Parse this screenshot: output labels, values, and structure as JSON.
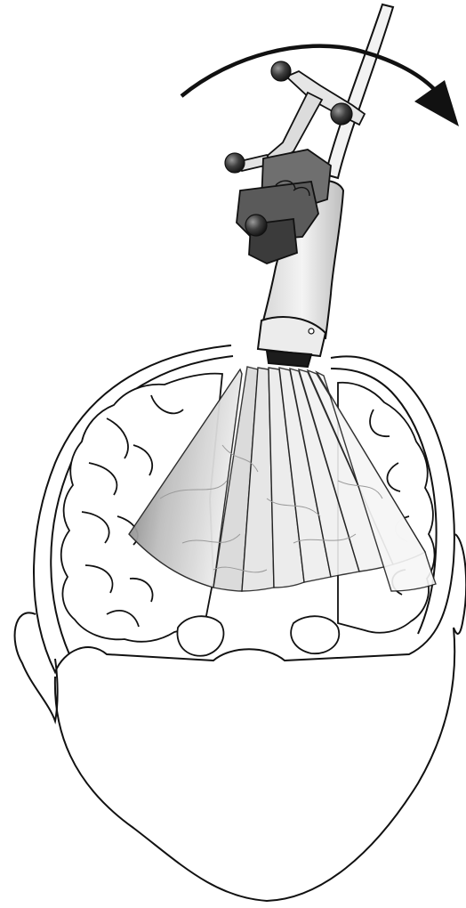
{
  "figure": {
    "kind": "medical-illustration",
    "subject": "tracked-ultrasound-probe-sweep-over-brain",
    "parts": [
      "skull-outline",
      "brain-cross-section",
      "ultrasound-probe",
      "tracking-markers",
      "rotation-arrow",
      "ultrasound-sector-slices"
    ],
    "marker_count": 4,
    "slice_count": 9,
    "colors": {
      "line": "#111111",
      "paper": "#ffffff",
      "probe": "#e6e6e6",
      "marker": "#3a3a3a",
      "sector_dark": "#6e6e6e",
      "sector_light": "#f2f2f2"
    }
  }
}
